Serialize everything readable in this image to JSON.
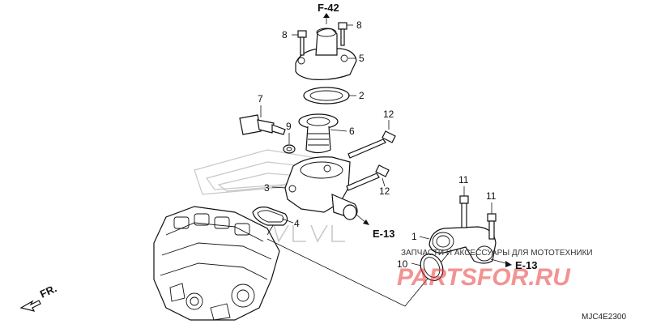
{
  "diagram": {
    "ref_top": "F-42",
    "ref_right": "E-13",
    "ref_lower": "E-13",
    "front_label": "FR.",
    "diagram_code": "MJC4E2300",
    "callouts": {
      "c1": "1",
      "c2": "2",
      "c3": "3",
      "c4": "4",
      "c5": "5",
      "c6": "6",
      "c7": "7",
      "c8a": "8",
      "c8b": "8",
      "c9": "9",
      "c10": "10",
      "c11a": "11",
      "c11b": "11",
      "c12a": "12",
      "c12b": "12"
    }
  },
  "watermark": {
    "line1": "ЗАПЧАСТИ И АКСЕССУАРЫ ДЛЯ МОТОТЕХНИКИ",
    "brand": "PARTSFOR.RU"
  },
  "colors": {
    "line": "#111111",
    "watermark_red": "#e83a3a",
    "logo_gray": "#c8c8c8"
  }
}
